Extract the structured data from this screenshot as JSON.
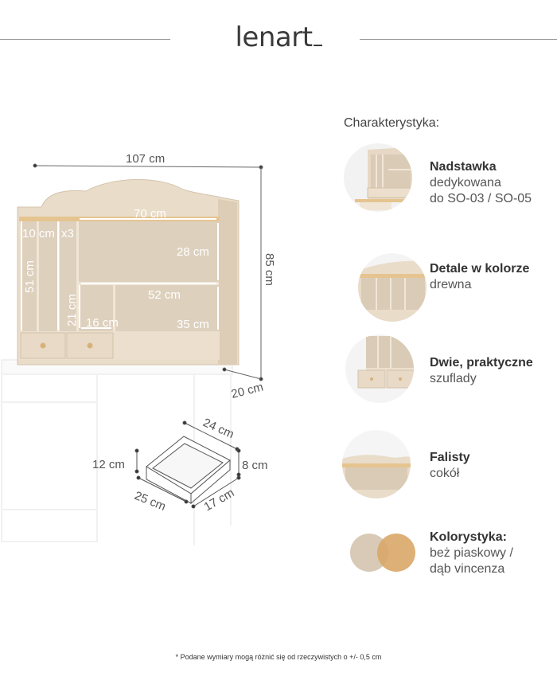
{
  "brand": {
    "logo_text": "lenart"
  },
  "features": {
    "title": "Charakterystyka:",
    "items": [
      {
        "name": "Nadstawka",
        "desc": [
          "dedykowana",
          "do SO-03 / SO-05"
        ]
      },
      {
        "name": "Detale w kolorze",
        "desc": [
          "drewna"
        ]
      },
      {
        "name": "Dwie, praktyczne",
        "desc": [
          "szuflady"
        ]
      },
      {
        "name": "Falisty",
        "desc": [
          "cokół"
        ]
      },
      {
        "name": "Kolorystyka:",
        "desc": [
          "beż piaskowy /",
          "dąb vincenza"
        ]
      }
    ]
  },
  "dimensions": {
    "width": "107 cm",
    "height": "85 cm",
    "depth": "20 cm",
    "top_shelf": "70 cm",
    "compartment": "10 cm",
    "compartment_count": "x3",
    "left_height": "51 cm",
    "mid_height": "21 cm",
    "small_width": "16 cm",
    "upper_right": "28 cm",
    "middle_shelf": "52 cm",
    "lower_right": "35 cm",
    "drawer_top": "24 cm",
    "drawer_left": "12 cm",
    "drawer_right": "8 cm",
    "drawer_front": "25 cm",
    "drawer_side": "17 cm"
  },
  "colors": {
    "beige": "#d8cab7",
    "oak": "#d9a769",
    "cabinet": "#e3d5c2",
    "shelf_wood": "#e6c48f"
  },
  "footnote": "* Podane wymiary mogą różnić się od rzeczywistych o +/- 0,5 cm"
}
